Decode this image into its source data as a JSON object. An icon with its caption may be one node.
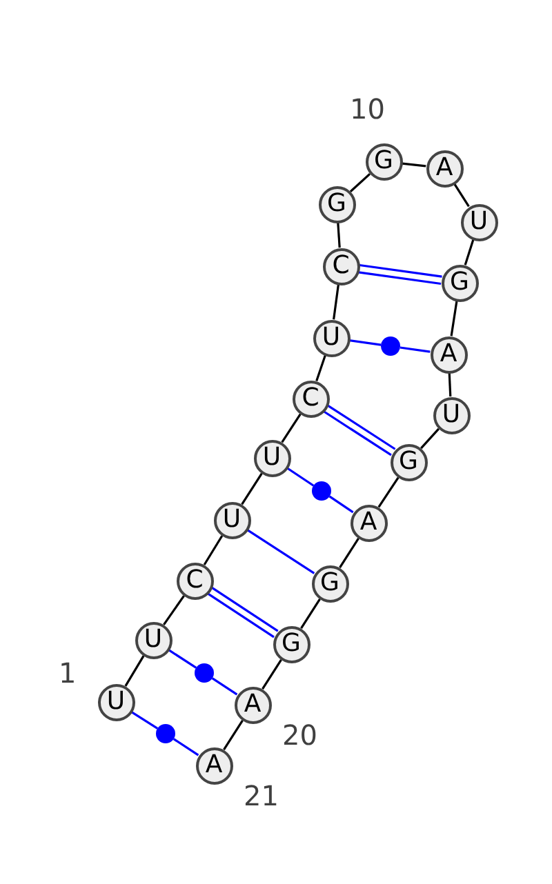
{
  "diagram": {
    "nodes": [
      {
        "text": [
          "U"
        ],
        "beside": [
          "1"
        ]
      },
      {
        "text": [
          "U"
        ]
      },
      {
        "text": [
          "C"
        ]
      },
      {
        "text": [
          "U"
        ]
      },
      {
        "text": [
          "U"
        ]
      },
      {
        "text": [
          "C"
        ]
      },
      {
        "text": [
          "U"
        ]
      },
      {
        "text": [
          "C"
        ]
      },
      {
        "text": [
          "G"
        ]
      },
      {
        "text": [
          "G"
        ],
        "beside": [
          "10"
        ]
      },
      {
        "text": [
          "A"
        ]
      },
      {
        "text": [
          "U"
        ]
      },
      {
        "text": [
          "G"
        ]
      },
      {
        "text": [
          "A"
        ]
      },
      {
        "text": [
          "U"
        ]
      },
      {
        "text": [
          "G"
        ]
      },
      {
        "text": [
          "A"
        ]
      },
      {
        "text": [
          "G"
        ]
      },
      {
        "text": [
          "G"
        ]
      },
      {
        "text": [
          "A"
        ],
        "beside": [
          "20"
        ]
      },
      {
        "text": [
          "A"
        ],
        "beside": [
          "21"
        ]
      },
      {
        "text": [],
        "shape": "circle"
      },
      {
        "text": [],
        "shape": "circle"
      },
      {
        "text": [],
        "shape": "circle"
      },
      {
        "text": [],
        "shape": "circle"
      }
    ],
    "edges": [
      {
        "from": 0,
        "to": 1,
        "arrow": "none"
      },
      {
        "from": 1,
        "to": 2,
        "arrow": "none"
      },
      {
        "from": 2,
        "to": 3,
        "arrow": "none"
      },
      {
        "from": 3,
        "to": 4,
        "arrow": "none"
      },
      {
        "from": 4,
        "to": 5,
        "arrow": "none"
      },
      {
        "from": 5,
        "to": 6,
        "arrow": "none"
      },
      {
        "from": 6,
        "to": 7,
        "arrow": "none"
      },
      {
        "from": 7,
        "to": 8,
        "arrow": "none"
      },
      {
        "from": 8,
        "to": 9,
        "arrow": "none"
      },
      {
        "from": 9,
        "to": 10,
        "arrow": "none"
      },
      {
        "from": 10,
        "to": 11,
        "arrow": "none"
      },
      {
        "from": 11,
        "to": 12,
        "arrow": "none"
      },
      {
        "from": 12,
        "to": 13,
        "arrow": "none"
      },
      {
        "from": 13,
        "to": 14,
        "arrow": "none"
      },
      {
        "from": 14,
        "to": 15,
        "arrow": "none"
      },
      {
        "from": 15,
        "to": 16,
        "arrow": "none"
      },
      {
        "from": 16,
        "to": 17,
        "arrow": "none"
      },
      {
        "from": 17,
        "to": 18,
        "arrow": "none"
      },
      {
        "from": 18,
        "to": 19,
        "arrow": "none"
      },
      {
        "from": 19,
        "to": 20,
        "arrow": "none"
      },
      {
        "from": 7,
        "to": 12,
        "arrow": "none",
        "color": "#0000ff"
      },
      {
        "from": 7,
        "to": 12,
        "arrow": "none",
        "color": "#0000ff"
      },
      {
        "from": 6,
        "to": 21,
        "arrow": "none",
        "color": "#0000ff"
      },
      {
        "from": 21,
        "to": 13,
        "arrow": "none",
        "color": "#0000ff"
      },
      {
        "from": 5,
        "to": 15,
        "arrow": "none",
        "color": "#0000ff"
      },
      {
        "from": 5,
        "to": 15,
        "arrow": "none",
        "color": "#0000ff"
      },
      {
        "from": 4,
        "to": 22,
        "arrow": "none",
        "color": "#0000ff"
      },
      {
        "from": 22,
        "to": 16,
        "arrow": "none",
        "color": "#0000ff"
      },
      {
        "from": 3,
        "to": 17,
        "arrow": "none",
        "color": "#0000ff"
      },
      {
        "from": 2,
        "to": 18,
        "arrow": "none",
        "color": "#0000ff"
      },
      {
        "from": 2,
        "to": 18,
        "arrow": "none",
        "color": "#0000ff"
      },
      {
        "from": 1,
        "to": 23,
        "arrow": "none",
        "color": "#0000ff"
      },
      {
        "from": 23,
        "to": 19,
        "arrow": "none",
        "color": "#0000ff"
      },
      {
        "from": 0,
        "to": 24,
        "arrow": "none",
        "color": "#0000ff"
      },
      {
        "from": 24,
        "to": 20,
        "arrow": "none",
        "color": "#0000ff"
      }
    ]
  }
}
